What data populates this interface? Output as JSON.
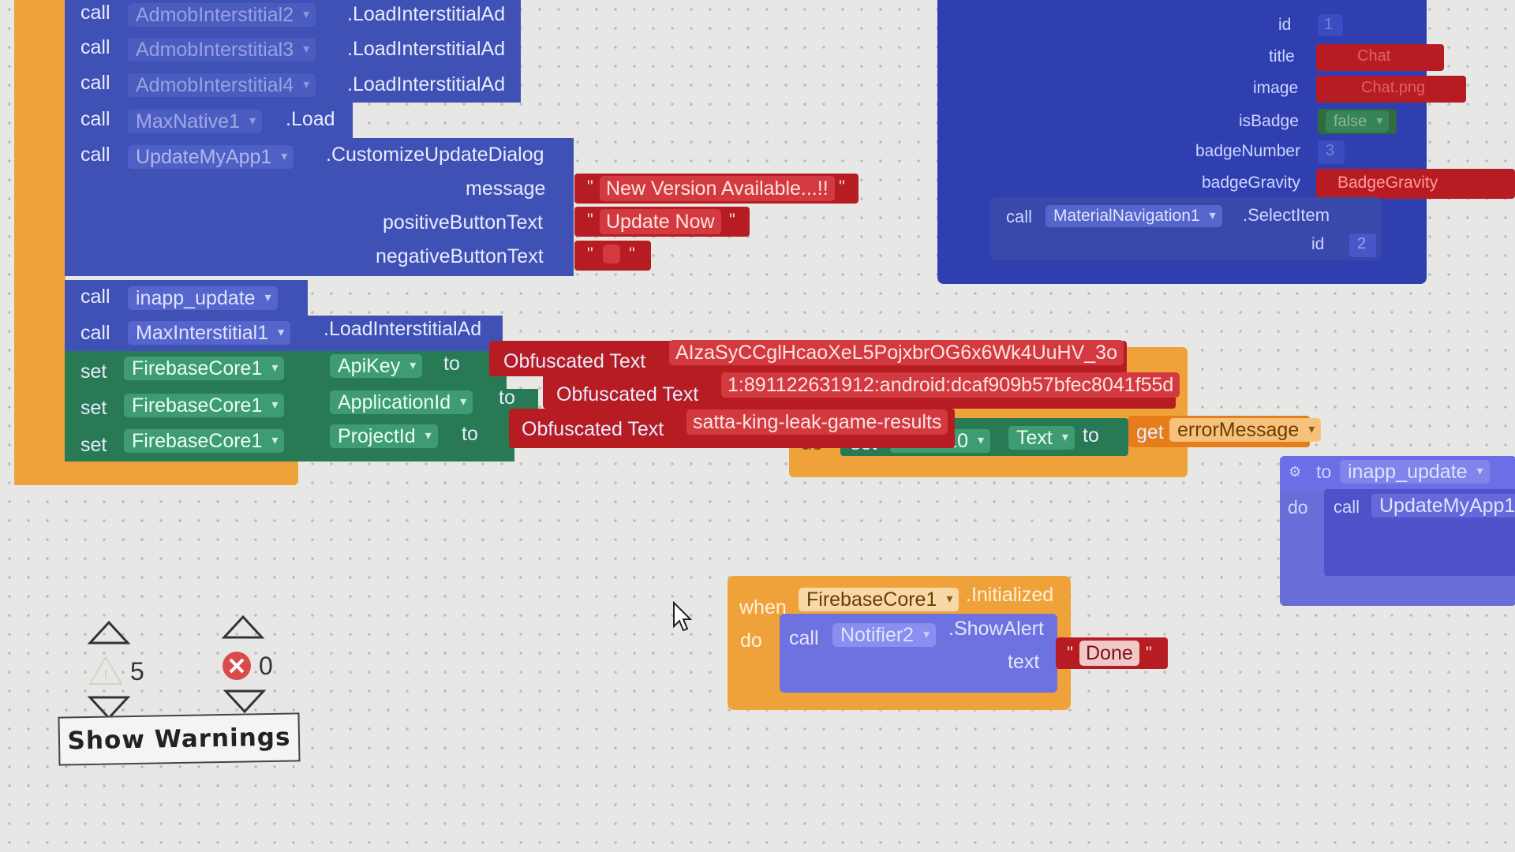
{
  "colors": {
    "blue_block": "#3f51b5",
    "green_block": "#287a55",
    "orange_block": "#f0a23a",
    "red_block": "#b71c22",
    "workspace": "#e7e8e6"
  },
  "main": {
    "calls": [
      {
        "kw": "call",
        "comp": "AdmobInterstitial2",
        "method": ".LoadInterstitialAd"
      },
      {
        "kw": "call",
        "comp": "AdmobInterstitial3",
        "method": ".LoadInterstitialAd"
      },
      {
        "kw": "call",
        "comp": "AdmobInterstitial4",
        "method": ".LoadInterstitialAd"
      },
      {
        "kw": "call",
        "comp": "MaxNative1",
        "method": ".Load"
      },
      {
        "kw": "call",
        "comp": "UpdateMyApp1",
        "method": ".CustomizeUpdateDialog"
      }
    ],
    "dialog_params": [
      {
        "label": "message",
        "value": "New Version Available...!!"
      },
      {
        "label": "positiveButtonText",
        "value": "Update Now"
      },
      {
        "label": "negativeButtonText",
        "value": ""
      }
    ],
    "call_inapp": {
      "kw": "call",
      "comp": "inapp_update"
    },
    "call_maxint": {
      "kw": "call",
      "comp": "MaxInterstitial1",
      "method": ".LoadInterstitialAd"
    },
    "sets": [
      {
        "kw": "set",
        "comp": "FirebaseCore1",
        "prop": "ApiKey",
        "to": "to",
        "ob": "Obfuscated Text",
        "value": "AIzaSyCCglHcaoXeL5PojxbrOG6x6Wk4UuHV_3o"
      },
      {
        "kw": "set",
        "comp": "FirebaseCore1",
        "prop": "ApplicationId",
        "to": "to",
        "ob": "Obfuscated Text",
        "value": "1:891122631912:android:dcaf909b57bfec8041f55d"
      },
      {
        "kw": "set",
        "comp": "FirebaseCore1",
        "prop": "ProjectId",
        "to": "to",
        "ob": "Obfuscated Text",
        "value": "satta-king-leak-game-results"
      }
    ]
  },
  "label_block": {
    "do": "do",
    "set": "set",
    "comp": "Label10",
    "prop": "Text",
    "to": "to",
    "get": "get",
    "var": "errorMessage"
  },
  "nav": {
    "params": [
      {
        "label": "id",
        "value": "1"
      },
      {
        "label": "title",
        "value": "Chat"
      },
      {
        "label": "image",
        "value": "Chat.png"
      },
      {
        "label": "isBadge",
        "value": "false"
      },
      {
        "label": "badgeNumber",
        "value": "3"
      },
      {
        "label": "badgeGravity",
        "value": "BadgeGravity"
      }
    ],
    "call": {
      "kw": "call",
      "comp": "MaterialNavigation1",
      "method": ".SelectItem",
      "param": "id",
      "value": "2"
    }
  },
  "proc": {
    "to": "to",
    "name": "inapp_update",
    "do": "do",
    "call": "call",
    "comp": "UpdateMyApp1"
  },
  "event": {
    "when": "when",
    "comp": "FirebaseCore1",
    "event": ".Initialized",
    "do": "do",
    "call": "call",
    "notifier": "Notifier2",
    "method": ".ShowAlert",
    "param": "text",
    "value": "Done"
  },
  "warnings": {
    "warn_count": "5",
    "error_count": "0",
    "button": "Show Warnings"
  }
}
